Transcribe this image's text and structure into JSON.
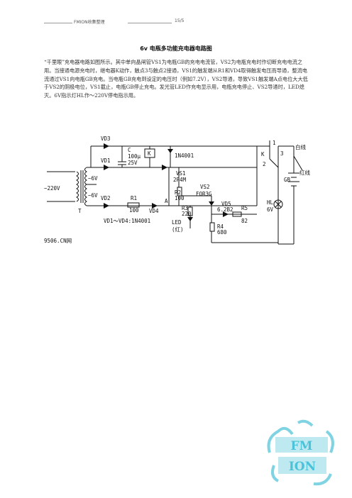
{
  "header": {
    "doc_label": "FMION收集整理",
    "page": "15/5"
  },
  "title": "6v 电瓶多功能充电器电路图",
  "paragraphs": [
    "“千里眼”充电器电路如图所示。其中单向晶闸管VS1为电瓶GB的充电电流管，VS2为电瓶充电时作切断充电电流之用。当接通电源充电时，继电器K动作，触点3与触点2接通，VS1的触发端从R1和VD4取得触发电压而导通，整流电流通过VS1向电瓶GB充电。当电瓶GB充电到设定的电压时（例如7.2V），VS2导通，导致VS1触发端A点电位大大低于VS2的阴极电位，VS1截止，电瓶GB停止充电。发光管LED作充电显示用，电瓶充电停止、VS2导通时，LED熄灭。6V指示灯HL作～220V停电指示用。"
  ],
  "diagram": {
    "labels": {
      "vd3": "VD3",
      "vd1": "VD1",
      "vd2": "VD2",
      "vd4": "VD4",
      "vd5": "VD5",
      "vd5_val": "6.2B2",
      "c": "C",
      "c_val1": "100μ",
      "c_val2": "25V",
      "k": "K",
      "k_coil": "K",
      "d_part": "1N4001",
      "vs1": "VS1",
      "vs1_part": "2P4M",
      "vs2": "VS2",
      "vs2_part": "FOR3G",
      "r1": "R1",
      "r1_val": "100",
      "r2": "R2",
      "r2_val": "100",
      "r3": "R3",
      "r3_val": "220",
      "r4": "R4",
      "r4_val": "680",
      "r5": "R5",
      "r5_val": "82",
      "led": "LED",
      "led_color": "(红)",
      "mains": "~220V",
      "sec1": "~6V",
      "sec2": "~6V",
      "t": "T",
      "a": "A",
      "gb": "GB",
      "hl": "HL",
      "hl_val": "6V",
      "white": "白线",
      "red": "红线",
      "n1": "1",
      "n2": "2",
      "n3": "3",
      "vd_note": "VD1～VD4:1N4001",
      "source": "9506.CN网"
    }
  },
  "watermark_text": "FMION"
}
